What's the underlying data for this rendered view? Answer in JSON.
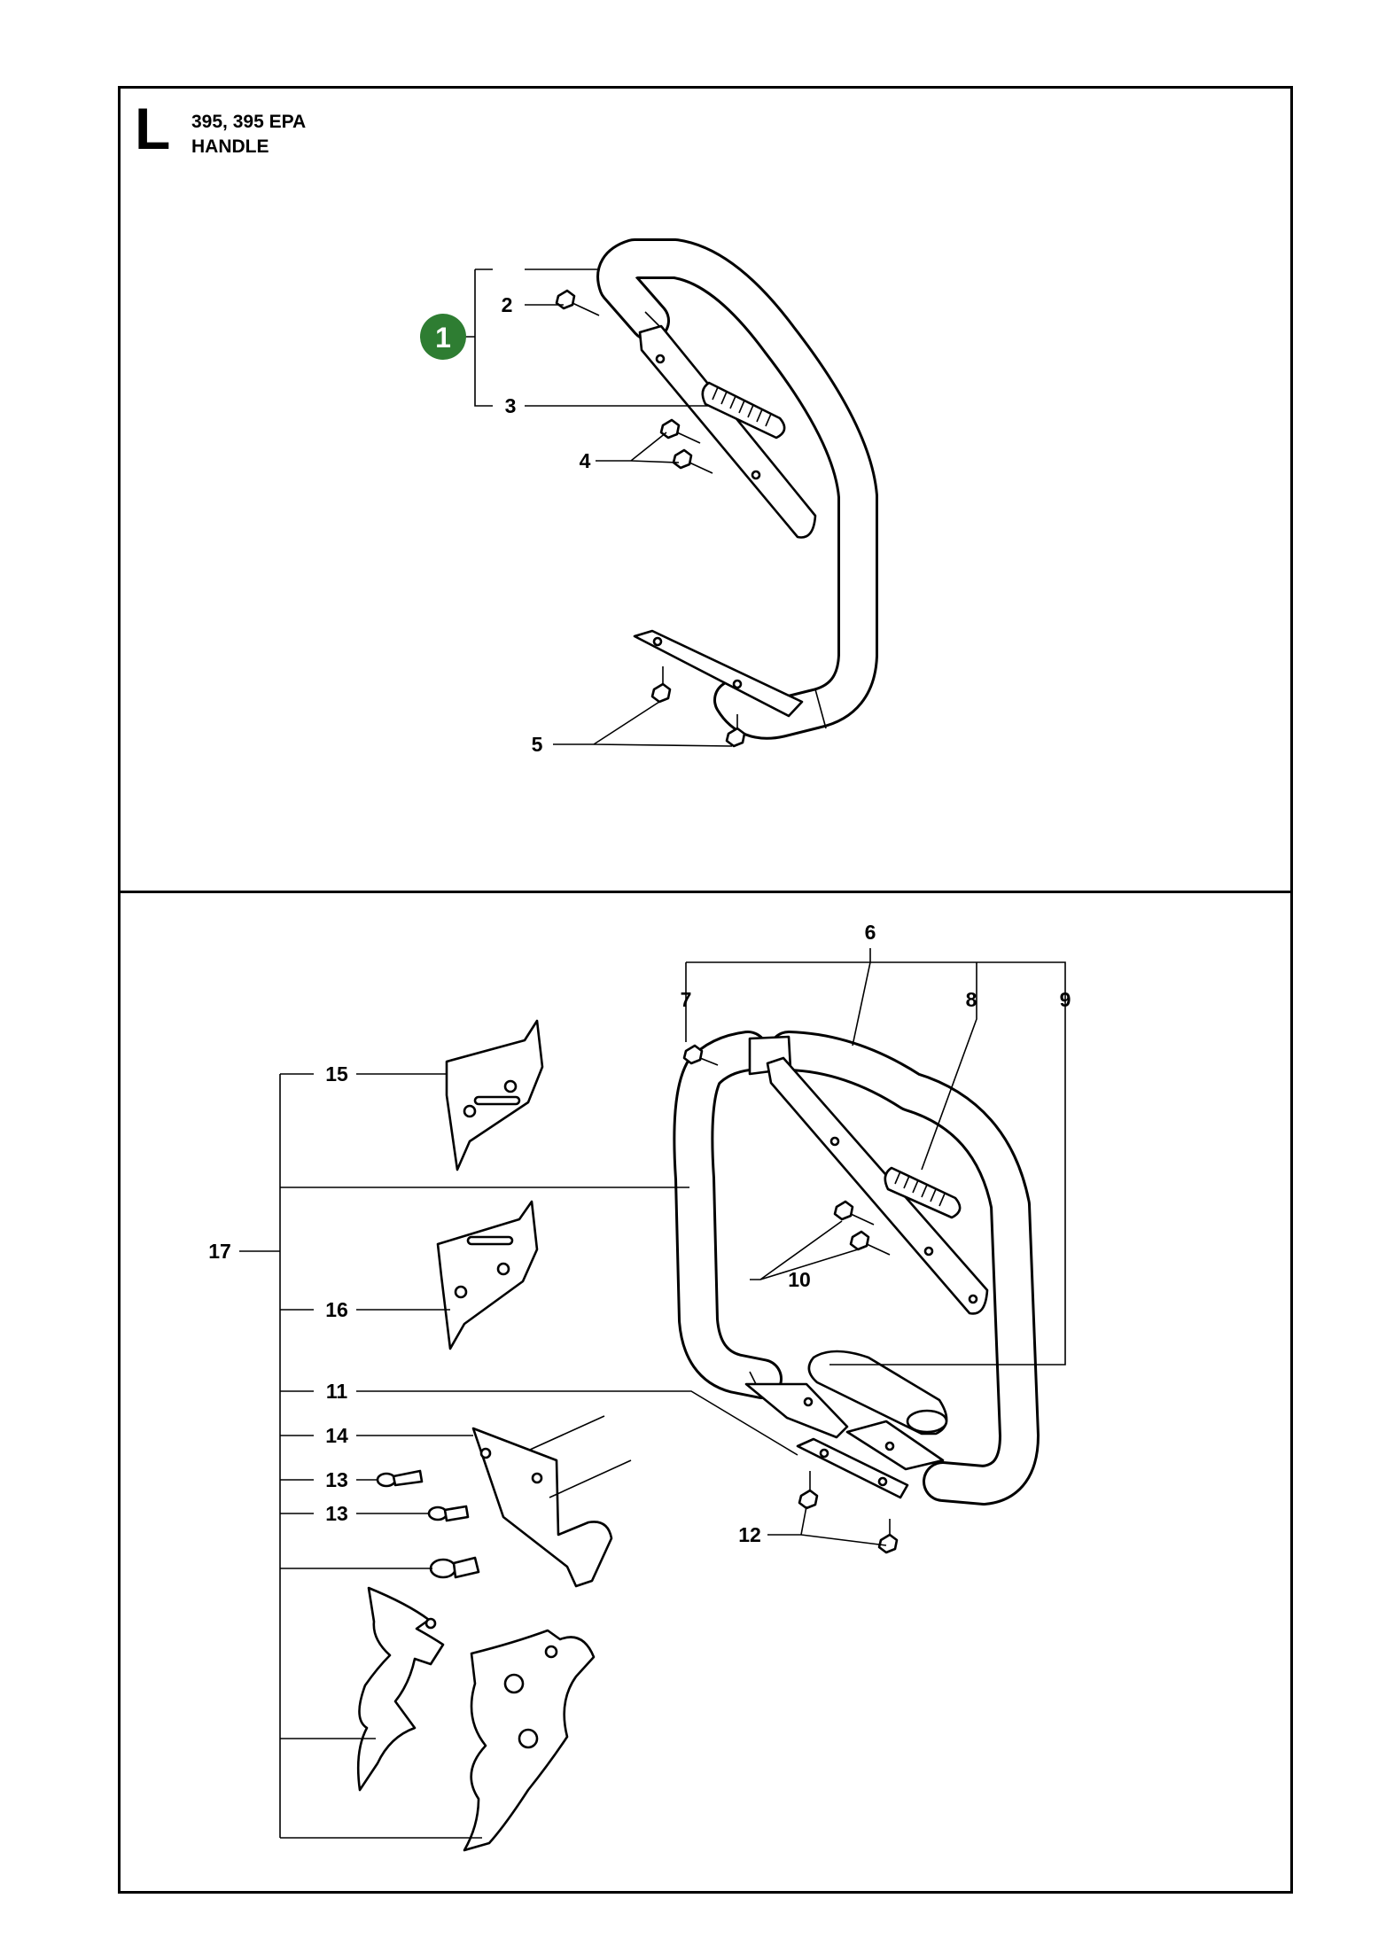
{
  "header": {
    "section_letter": "L",
    "model": "395, 395 EPA",
    "title": "HANDLE"
  },
  "badge": {
    "number": "1",
    "color": "#2e7d32"
  },
  "callouts_top": [
    "2",
    "3",
    "4",
    "5"
  ],
  "callouts_bottom": [
    "6",
    "7",
    "8",
    "9",
    "10",
    "11",
    "12",
    "13",
    "13",
    "14",
    "15",
    "16",
    "17"
  ]
}
